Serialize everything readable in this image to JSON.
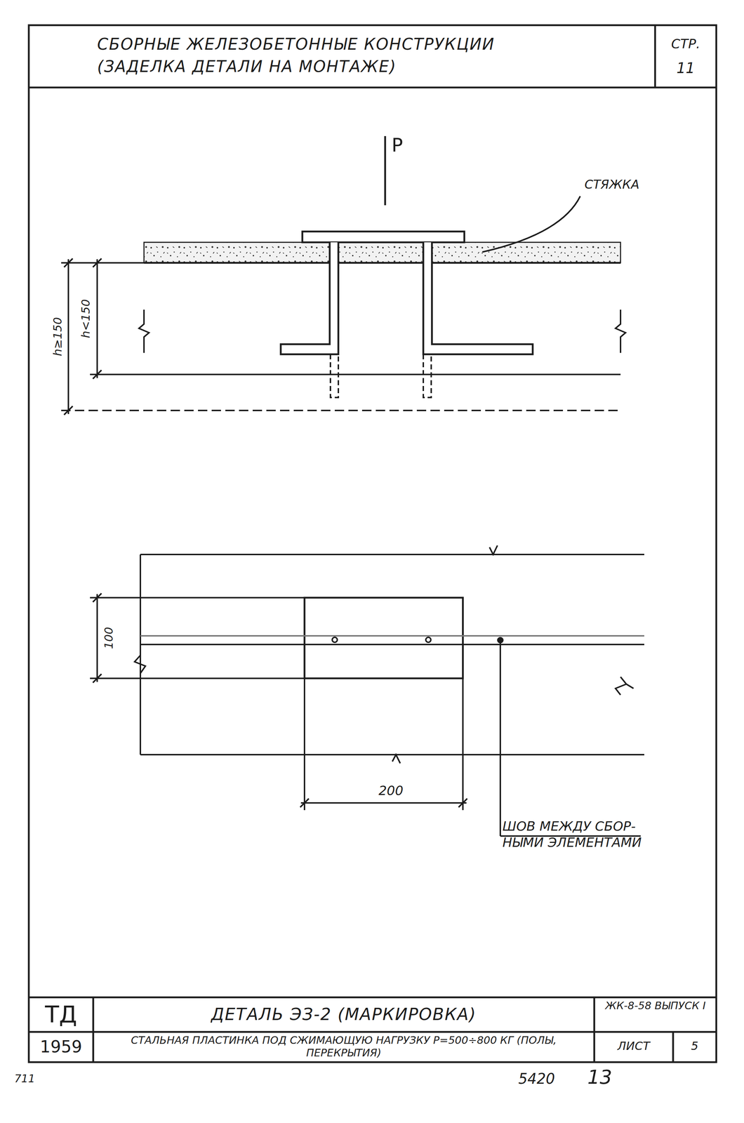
{
  "diagram": {
    "title": "СБОРНЫЕ ЖЕЛЕЗОБЕТОННЫЕ КОНСТРУКЦИИ (ЗАДЕЛКА ДЕТАЛИ НА МОНТАЖЕ)",
    "labels": [
      "СТР.",
      "11",
      "P",
      "СТЯЖКА",
      "h≥150",
      "h<150",
      "100",
      "200",
      "ШОВ МЕЖДУ СБОР- НЫМИ ЭЛЕМЕНТАМИ",
      "ТД",
      "1959",
      "ДЕТАЛЬ ЭЗ-2 (МАРКИРОВКА)",
      "СТАЛЬНАЯ ПЛАСТИНКА ПОД СЖИМАЮЩУЮ НАГРУЗКУ P=500÷800 КГ (ПОЛЫ, ПЕРЕКРЫТИЯ)",
      "ЖК-8-58 ВЫПУСК I",
      "ЛИСТ",
      "5",
      "711",
      "5420",
      "13"
    ]
  }
}
